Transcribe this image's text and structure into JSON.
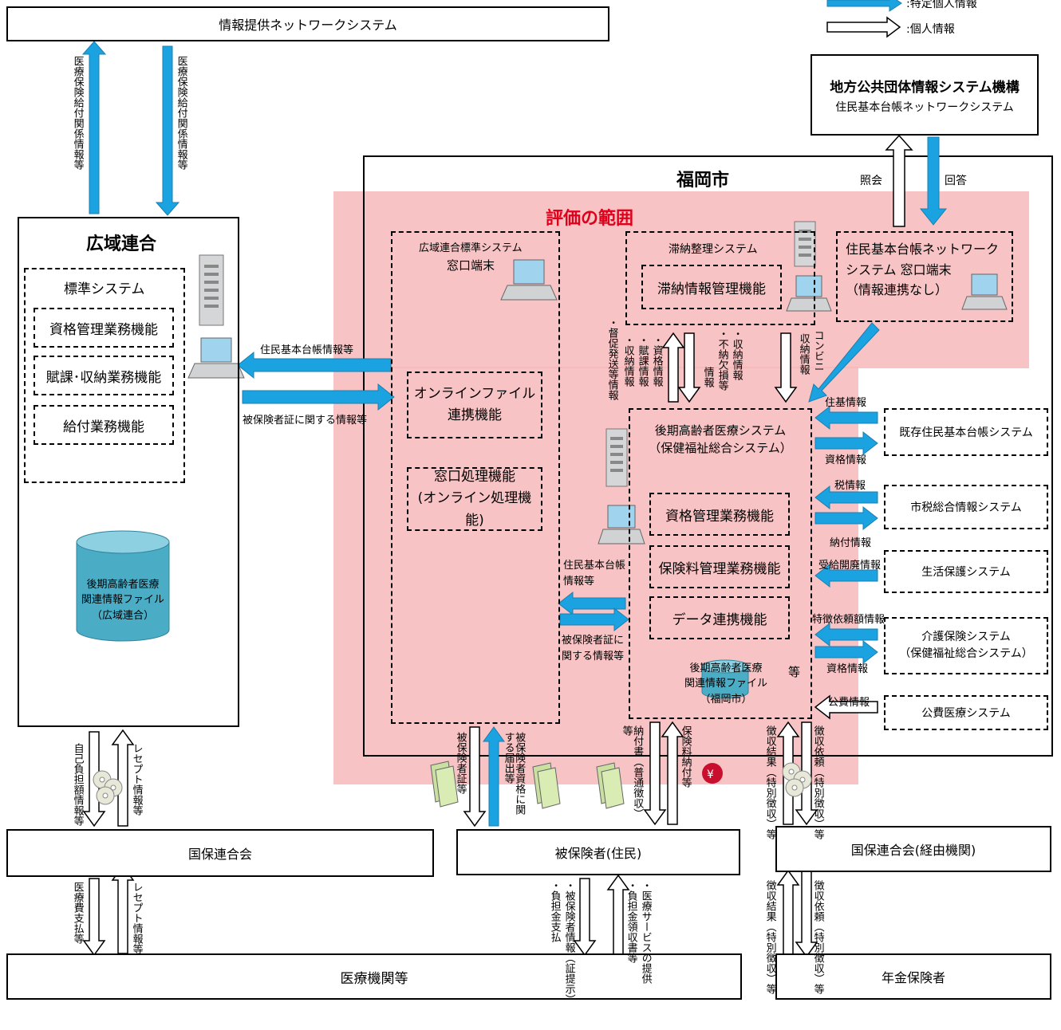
{
  "legend": {
    "specific": ":特定個人情報",
    "personal": ":個人情報"
  },
  "colors": {
    "blue": "#1aa3e0",
    "pink": "#f7b9ba",
    "db": "#4bacc6"
  },
  "nodes": {
    "info_network": "情報提供ネットワークシステム",
    "jlis_title": "地方公共団体情報システム機構",
    "jlis_sub": "住民基本台帳ネットワークシステム",
    "fukuoka": "福岡市",
    "scope": "評価の範囲",
    "kouiki": "広域連合",
    "std_sys": "標準システム",
    "std_f1": "資格管理業務機能",
    "std_f2": "賦課･収納業務機能",
    "std_f3": "給付業務機能",
    "kouiki_db": "後期高齢者医療\n関連情報ファイル\n（広域連合）",
    "terminal_title": "広域連合標準システム",
    "terminal_sub": "窓口端末",
    "online_file": "オンラインファイル\n連携機能",
    "madoguchi": "窓口処理機能\n(オンライン処理機能)",
    "tainou_title": "滞納整理システム",
    "tainou_func": "滞納情報管理機能",
    "juki_terminal": "住民基本台帳ネットワーク\nシステム 窓口端末\n（情報連携なし）",
    "kouki_title": "後期高齢者医療システム\n（保健福祉総合システム）",
    "kouki_f1": "資格管理業務機能",
    "kouki_f2": "保険料管理業務機能",
    "kouki_f3": "データ連携機能",
    "kouki_db": "後期高齢者医療\n関連情報ファイル\n（福岡市）",
    "tou": "等",
    "ext1": "既存住民基本台帳システム",
    "ext2": "市税総合情報システム",
    "ext3": "生活保護システム",
    "ext4": "介護保険システム\n（保健福祉総合システム）",
    "ext5": "公費医療システム",
    "kokuho": "国保連合会",
    "insured": "被保険者(住民)",
    "kokuho2": "国保連合会(経由機関)",
    "medical": "医療機関等",
    "pension": "年金保険者"
  },
  "flows": {
    "up_net": "医療保険給付関係情報等",
    "down_net": "医療保険給付関係情報等",
    "shoukai": "照会",
    "kaitou": "回答",
    "jumin_info": "住民基本台帳情報等",
    "hihoken_info": "被保険者証に関する情報等",
    "jumin_info2": "住民基本台帳情報等",
    "hihoken_info2": "被保険者証に関する情報等",
    "tokusoku": "・督促発送等情報",
    "shunou": "・収納情報",
    "fuka": "・賦課情報",
    "shikaku": "・資格情報",
    "joho": "情報",
    "funou": "・不納欠損等",
    "shunou2": "・収納情報",
    "konbini": "コンビニ",
    "shunou3": "収納情報",
    "juki_j": "住基情報",
    "shikaku_j": "資格情報",
    "zei_j": "税情報",
    "nouhu_j": "納付情報",
    "jukyu_j": "受給開廃情報",
    "tokuchou_j": "特徴依頼額情報",
    "shikaku_j2": "資格情報",
    "kouhi_j": "公費情報",
    "jiko": "自己負担額情報等",
    "receipt1": "レセプト情報等",
    "iryouhi": "医療費支払等",
    "receipt2": "レセプト情報等",
    "hihokensho": "被保険者証等",
    "todoke": "被保険者資格に関する届出等",
    "noufusho": "納付書（普通徴収）等",
    "hokenryo": "保険料納付等",
    "chou_kekka1": "徴収結果（特別徴収）等",
    "chou_irai1": "徴収依頼（特別徴収）等",
    "chou_kekka2": "徴収結果（特別徴収）等",
    "chou_irai2": "徴収依頼（特別徴収）等",
    "hihoken_teiji": "・被保険者情報（証提示）",
    "futankin": "・負担金支払",
    "iryou_service": "・医療サービスの提供",
    "futankin_ryoshu": "・負担金領収書等"
  }
}
